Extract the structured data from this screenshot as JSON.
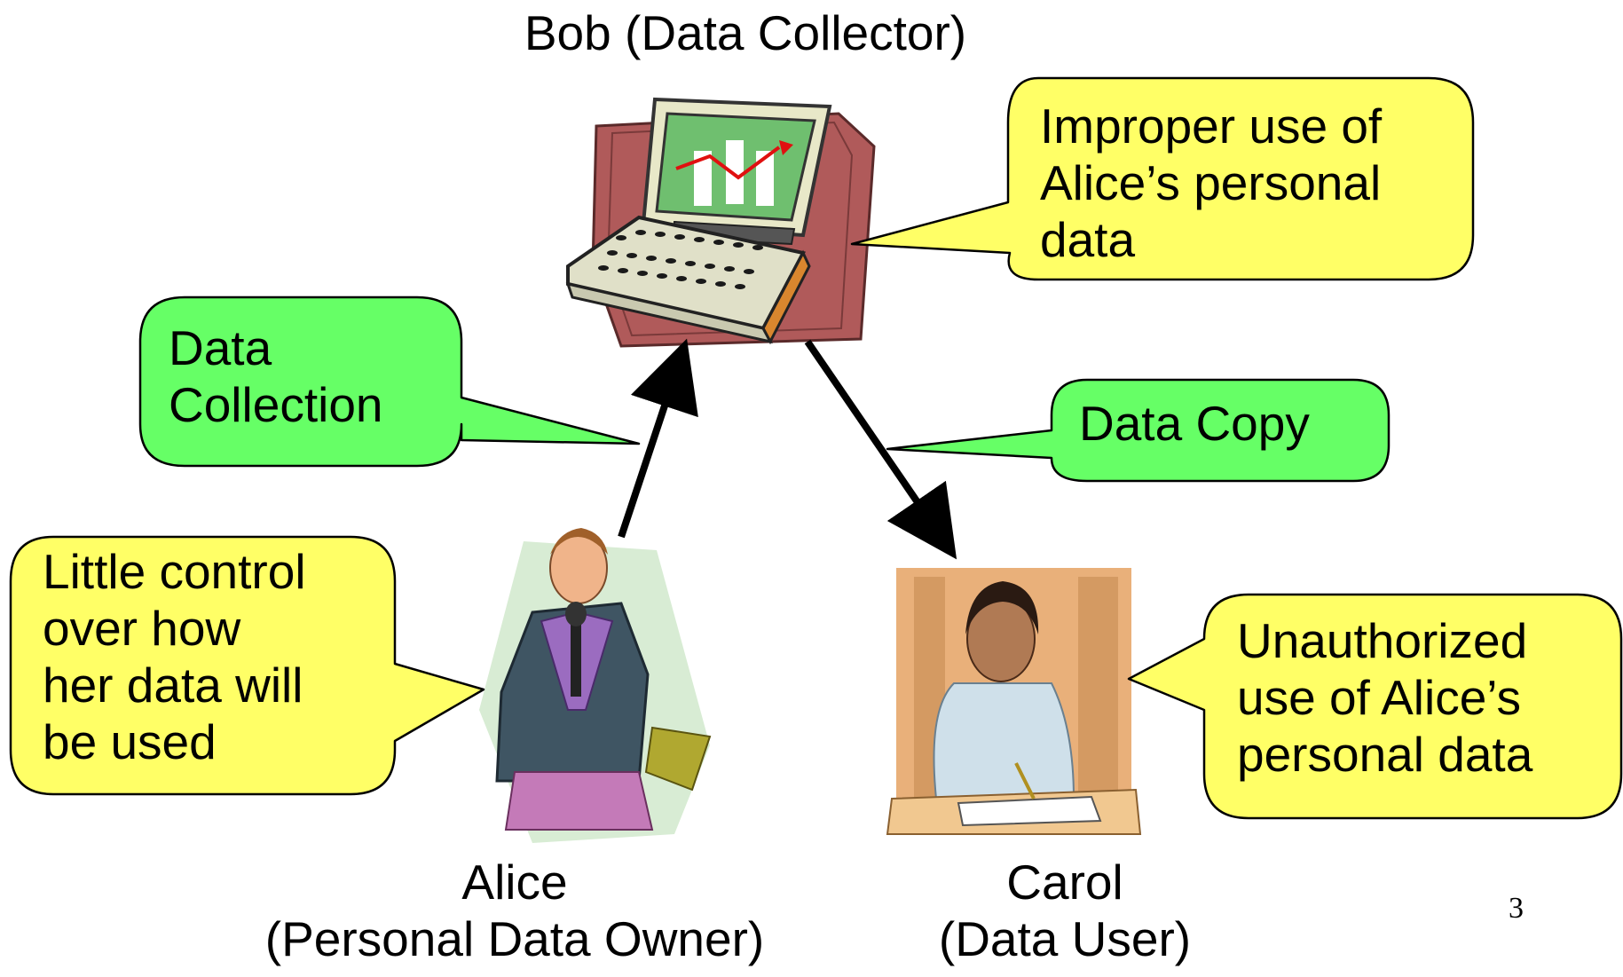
{
  "labels": {
    "bob": "Bob (Data Collector)",
    "alice_name": "Alice",
    "alice_role": "(Personal Data Owner)",
    "carol_name": "Carol",
    "carol_role": "(Data User)"
  },
  "callouts": {
    "improper_use": [
      "Improper use of",
      "Alice’s personal",
      "data"
    ],
    "data_collection": [
      "Data",
      "Collection"
    ],
    "data_copy": [
      "Data Copy"
    ],
    "little_control": [
      "Little control",
      "over how",
      "her data will",
      "be used"
    ],
    "unauthorized_use": [
      "Unauthorized",
      "use of Alice’s",
      "personal data"
    ]
  },
  "slide_number": "3",
  "colors": {
    "callout_yellow": "#ffff66",
    "callout_green": "#66ff66",
    "arrow": "#000000"
  }
}
